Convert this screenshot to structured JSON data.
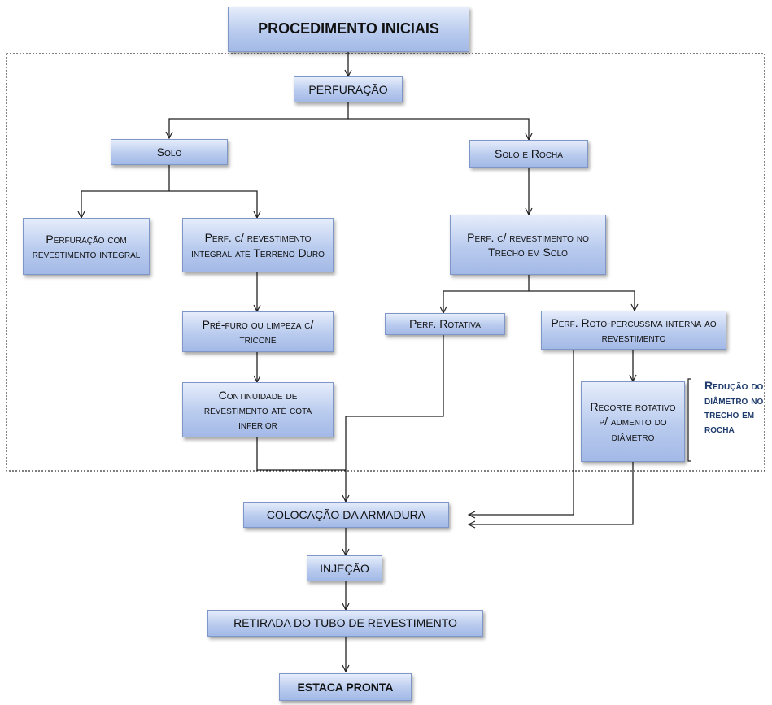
{
  "diagram": {
    "nodes": {
      "procedimento_iniciais": "PROCEDIMENTO INICIAIS",
      "perfuracao": "PERFURAÇÃO",
      "solo": "Solo",
      "solo_e_rocha": "Solo e Rocha",
      "perf_revestimento_integral": "Perfuração com revestimento integral",
      "perf_revestimento_terreno_duro": "Perf. c/ revestimento integral até Terreno Duro",
      "perf_trecho_em_solo": "Perf. c/ revestimento no Trecho em Solo",
      "pre_furo_tricone": "Pré-furo ou limpeza c/ tricone",
      "perf_rotativa": "Perf. Rotativa",
      "perf_roto_percussiva": "Perf. Roto-percussiva interna ao revestimento",
      "continuidade_revestimento": "Continuidade de revestimento até cota inferior",
      "recorte_rotativo": "Recorte rotativo p/ aumento do diâmetro",
      "colocacao_armadura": "COLOCAÇÃO DA ARMADURA",
      "injecao": "INJEÇÃO",
      "retirada_tubo": "RETIRADA DO TUBO DE REVESTIMENTO",
      "estaca_pronta": "ESTACA PRONTA"
    },
    "side_note": "Redução do diâmetro no trecho em rocha",
    "colors": {
      "box_light": "#e6edfb",
      "box_dark": "#a3b9e6",
      "box_border": "#7f97c8",
      "side_note": "#1f3b6b",
      "lines": "#222222"
    }
  }
}
